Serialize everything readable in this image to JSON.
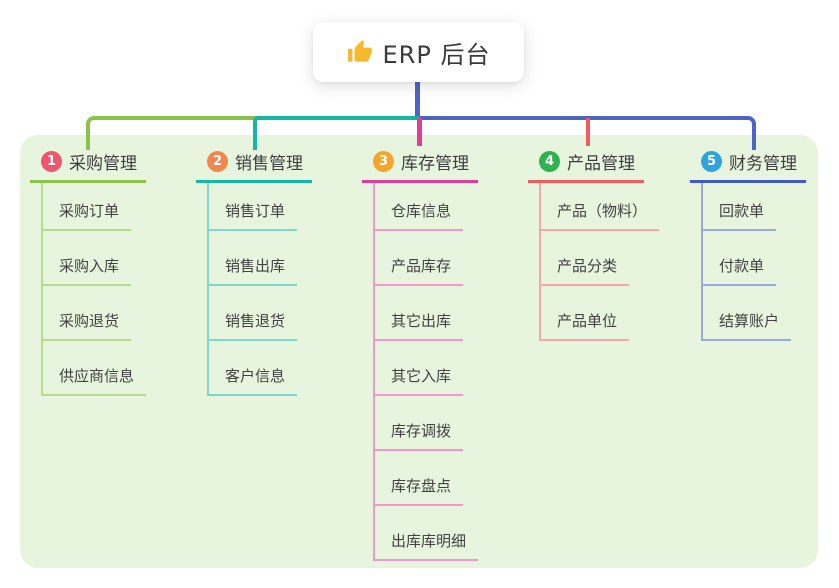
{
  "root": {
    "label": "ERP 后台",
    "icon": "thumbs-up-icon"
  },
  "branches": [
    {
      "badge": "1",
      "label": "采购管理",
      "children": [
        "采购订单",
        "采购入库",
        "采购退货",
        "供应商信息"
      ],
      "colors": {
        "line": "#8bc34a",
        "child_line": "#b5da90",
        "badge": "#ee566f"
      }
    },
    {
      "badge": "2",
      "label": "销售管理",
      "children": [
        "销售订单",
        "销售出库",
        "销售退货",
        "客户信息"
      ],
      "colors": {
        "line": "#14b6a6",
        "child_line": "#7fd6cb",
        "badge": "#f5854e"
      }
    },
    {
      "badge": "3",
      "label": "库存管理",
      "children": [
        "仓库信息",
        "产品库存",
        "其它出库",
        "其它入库",
        "库存调拨",
        "库存盘点",
        "出库库明细"
      ],
      "colors": {
        "line": "#e03d98",
        "child_line": "#f297cb",
        "badge": "#f5a52b"
      }
    },
    {
      "badge": "4",
      "label": "产品管理",
      "children": [
        "产品（物料）",
        "产品分类",
        "产品单位"
      ],
      "colors": {
        "line": "#f15a5e",
        "child_line": "#f8a7a9",
        "badge": "#2eb34f"
      }
    },
    {
      "badge": "5",
      "label": "财务管理",
      "children": [
        "回款单",
        "付款单",
        "结算账户"
      ],
      "colors": {
        "line": "#4059c3",
        "child_line": "#97a9e0",
        "badge": "#30a3dc"
      }
    }
  ],
  "colors": {
    "panel_background": "#e7f5df",
    "root_stem": "#4e63c6",
    "root_text": "#3a3a3a",
    "node_text": "#424242",
    "icon_yellow": "#f6b82e"
  }
}
